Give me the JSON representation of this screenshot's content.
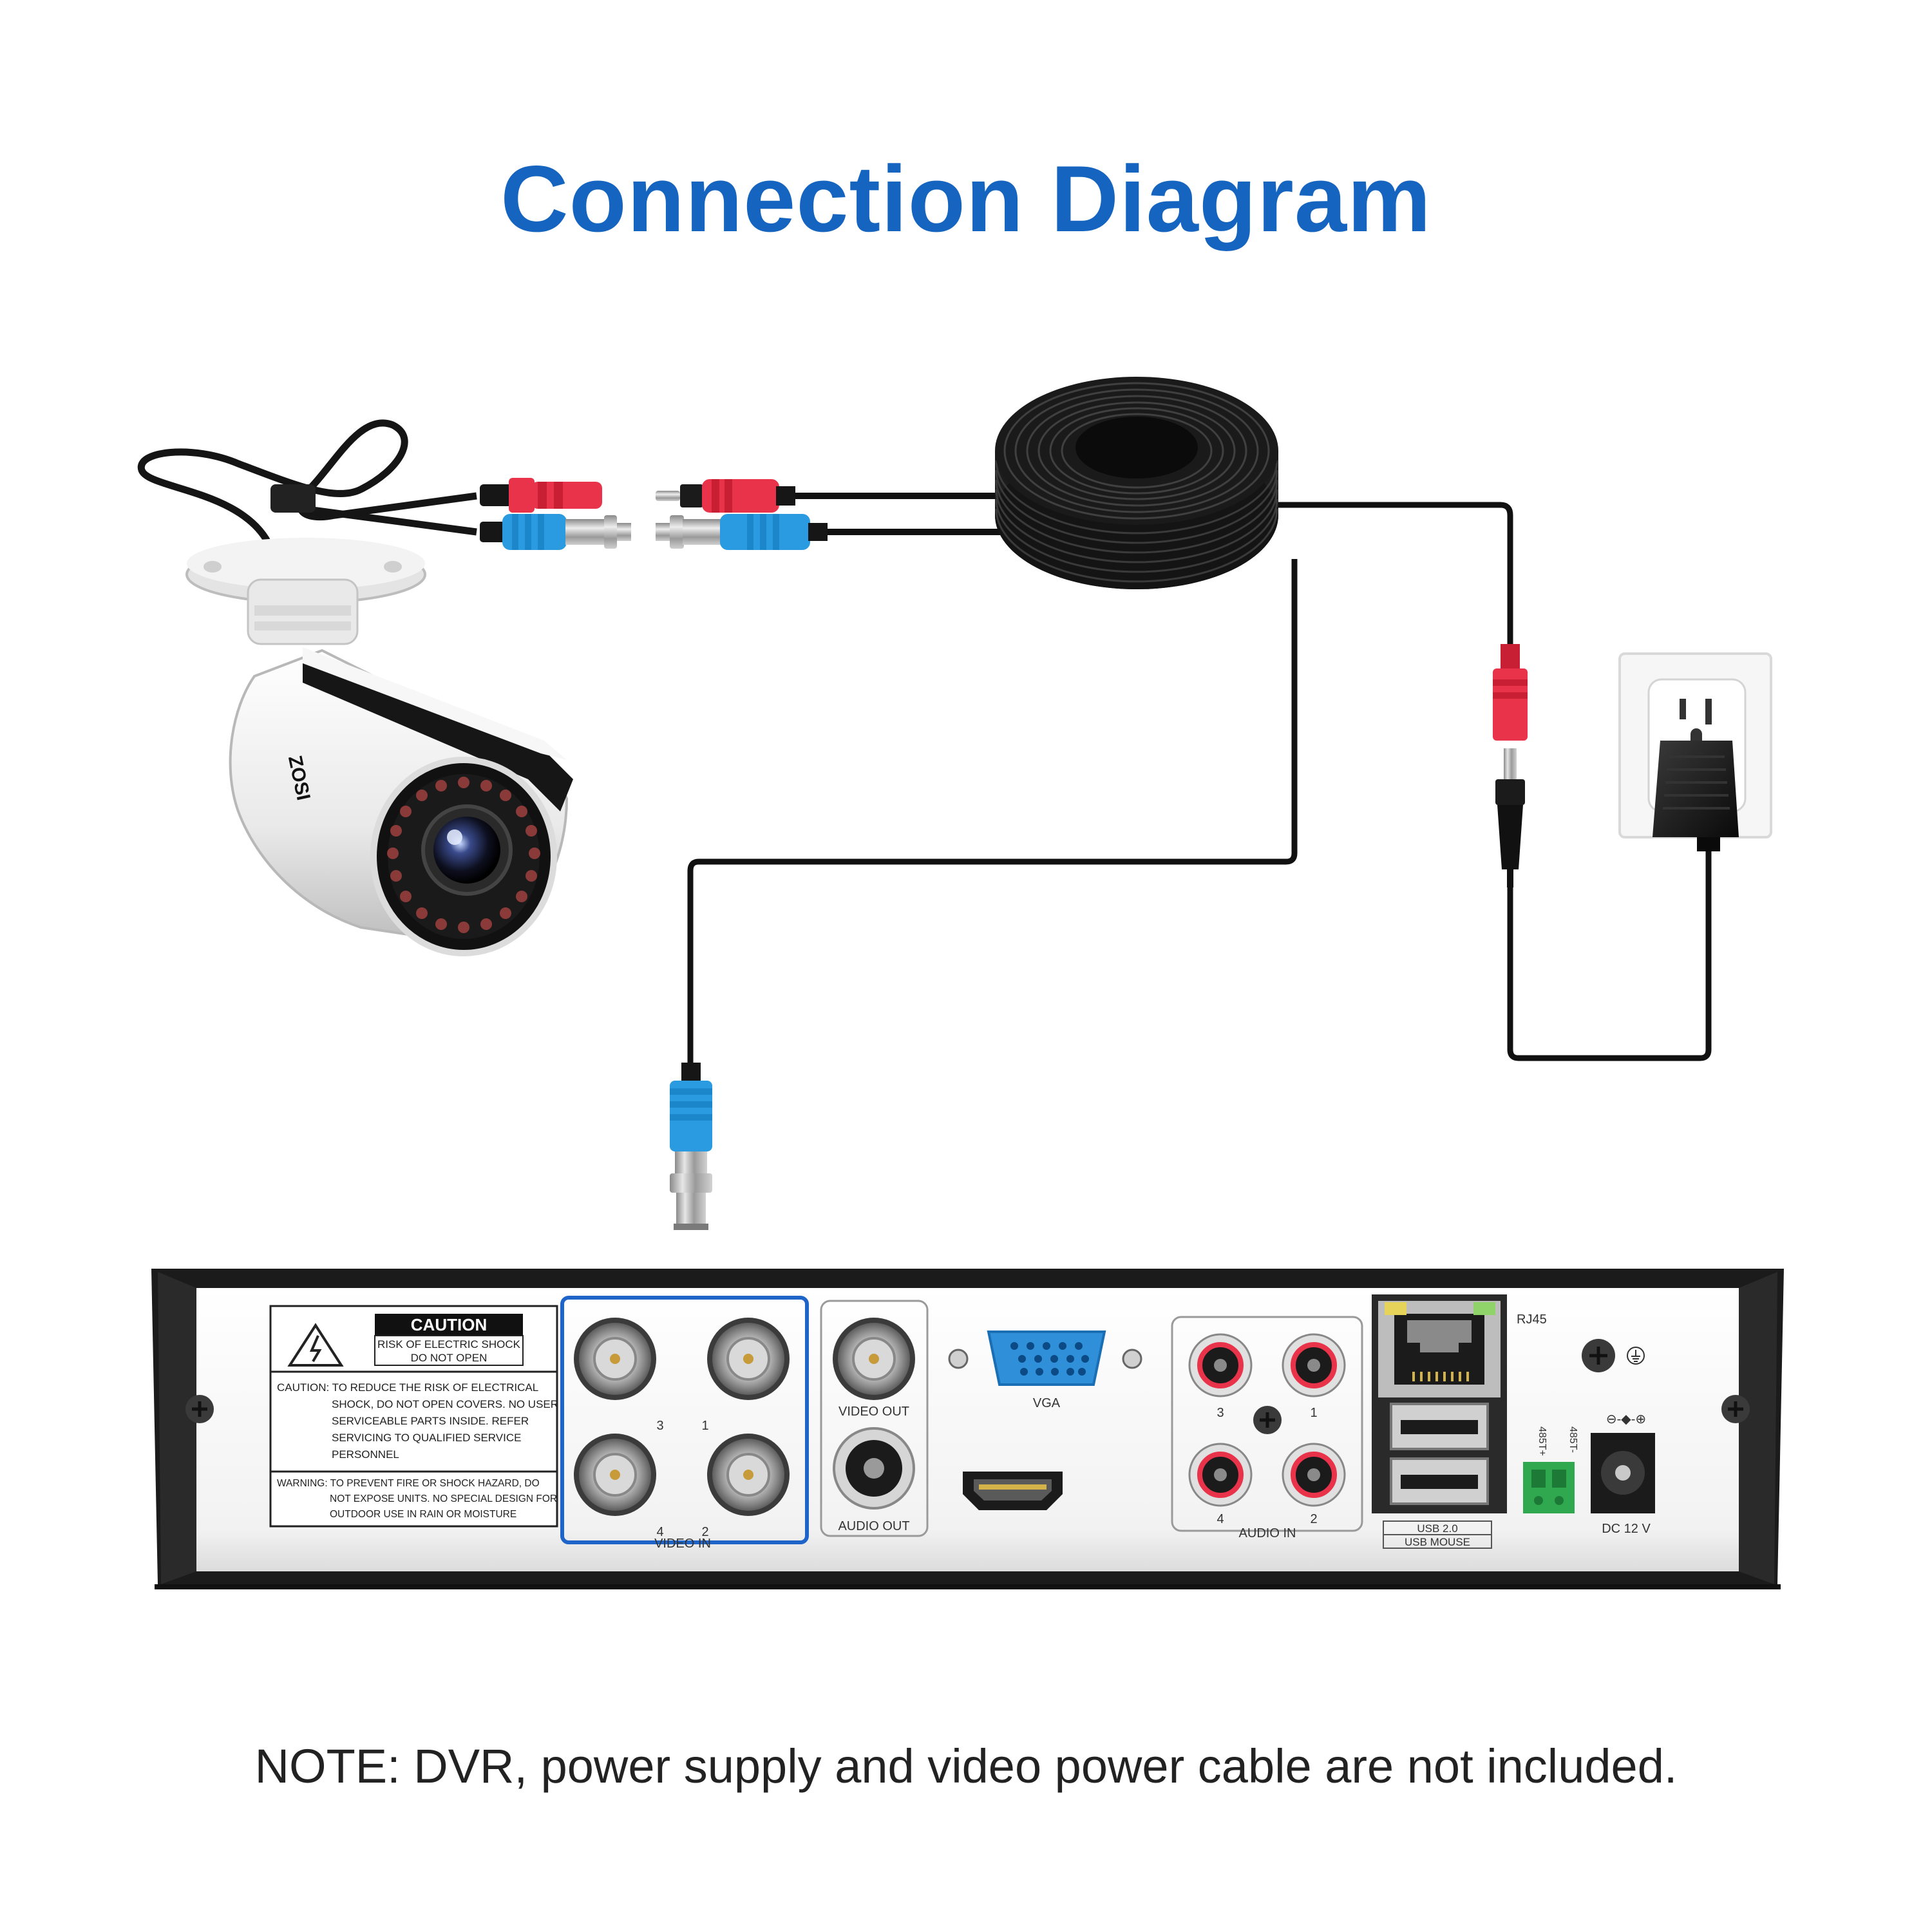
{
  "title": "Connection Diagram",
  "note": "NOTE: DVR, power supply and video power cable are not included.",
  "colors": {
    "title": "#1565c0",
    "power_connector": "#e8334a",
    "video_connector": "#2a9be0",
    "cable": "#111111",
    "highlight_box": "#1f64c8"
  },
  "camera": {
    "brand": "ZOSI"
  },
  "dvr": {
    "caution_title": "CAUTION",
    "caution_sub1": "RISK OF ELECTRIC SHOCK",
    "caution_sub2": "DO NOT OPEN",
    "caution_lines": [
      "CAUTION: TO REDUCE THE RISK OF ELECTRICAL",
      "SHOCK, DO NOT OPEN COVERS. NO USER",
      "SERVICEABLE PARTS INSIDE. REFER",
      "SERVICING TO QUALIFIED SERVICE",
      "PERSONNEL"
    ],
    "warning_lines": [
      "WARNING: TO PREVENT FIRE OR SHOCK HAZARD, DO",
      "NOT EXPOSE UNITS. NO SPECIAL DESIGN FOR",
      "OUTDOOR USE IN RAIN OR MOISTURE"
    ],
    "video_in_ports": [
      "3",
      "1",
      "4",
      "2"
    ],
    "video_in_label": "VIDEO IN",
    "video_out_label": "VIDEO OUT",
    "audio_out_label": "AUDIO OUT",
    "vga_label": "VGA",
    "audio_in_ports": [
      "3",
      "1",
      "4",
      "2"
    ],
    "audio_in_label": "AUDIO IN",
    "rj45_label": "RJ45",
    "usb_label1": "USB 2.0",
    "usb_label2": "USB MOUSE",
    "rs485_plus": "485T+",
    "rs485_minus": "485T-",
    "polarity": "⊖-◆-⊕",
    "dc_label": "DC 12 V"
  }
}
